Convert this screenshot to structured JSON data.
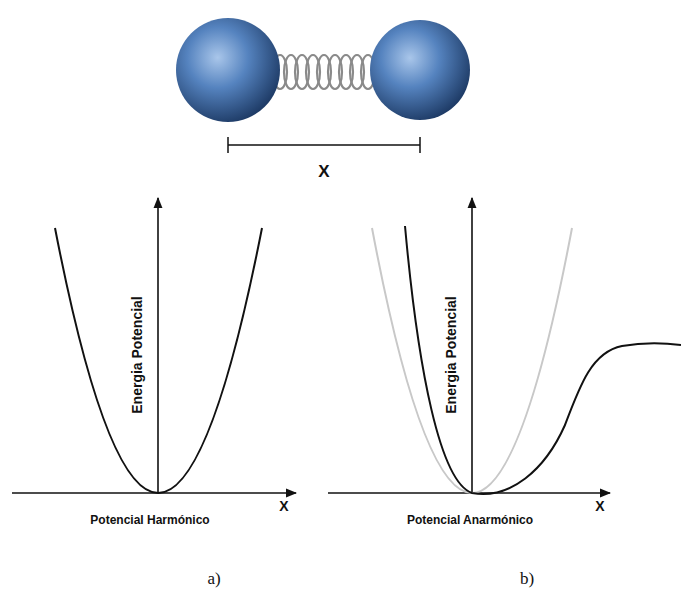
{
  "diagram": {
    "labels": [
      "X",
      "Energia Potencial",
      "X",
      "Potencial Harmónico",
      "Energia Potencial",
      "X",
      "Potencial Anarmónico",
      "a)",
      "b)"
    ]
  }
}
